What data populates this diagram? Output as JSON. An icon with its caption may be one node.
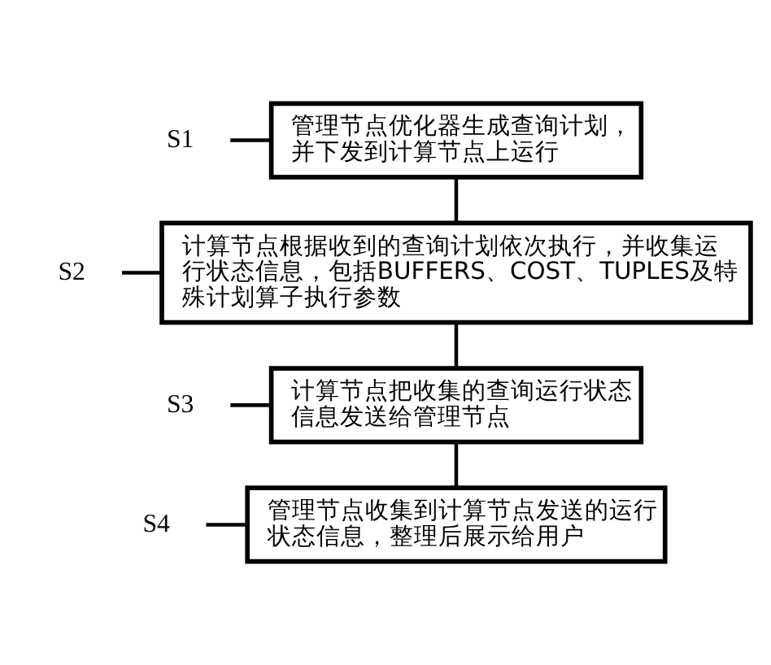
{
  "diagram": {
    "nodes": [
      {
        "text": [
          "S1"
        ]
      },
      {
        "text": [
          "管理节点优化器生成查询计划，并下发到计算节点上运行"
        ]
      },
      {
        "text": [
          "S2"
        ]
      },
      {
        "text": [
          "计算节点根据收到的查询计划依次执行，并收集运行状态信息，包括BUFFERS、COST、TUPLES及特殊计划算子执行参数"
        ]
      },
      {
        "text": [
          "S3"
        ]
      },
      {
        "text": [
          "计算节点把收集的查询运行状态信息发送给管理节点"
        ]
      },
      {
        "text": [
          "S4"
        ]
      },
      {
        "text": [
          "管理节点收集到计算节点发送的运行状态信息，整理后展示给用户"
        ]
      }
    ],
    "edges": [
      {
        "from": 0,
        "to": 1,
        "arrow": "none"
      },
      {
        "from": 1,
        "to": 3,
        "arrow": "none"
      },
      {
        "from": 2,
        "to": 3,
        "arrow": "none"
      },
      {
        "from": 3,
        "to": 5,
        "arrow": "none"
      },
      {
        "from": 4,
        "to": 5,
        "arrow": "none"
      },
      {
        "from": 5,
        "to": 7,
        "arrow": "none"
      },
      {
        "from": 6,
        "to": 7,
        "arrow": "none"
      }
    ]
  }
}
